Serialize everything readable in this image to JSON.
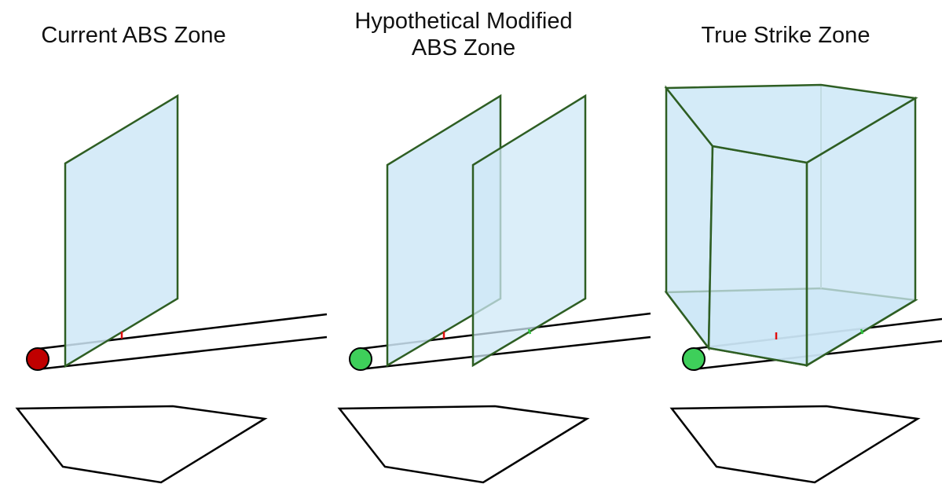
{
  "panels": [
    {
      "title": "Current ABS Zone",
      "ball_color": "#c00000"
    },
    {
      "title_lines": [
        "Hypothetical Modified",
        "ABS Zone"
      ],
      "ball_color": "#3ecf5a"
    },
    {
      "title": "True Strike Zone",
      "ball_color": "#3ecf5a"
    }
  ],
  "colors": {
    "zone_fill": "#cfe8f7",
    "zone_edge": "#2e5e23",
    "front_marker": "#e01010",
    "back_marker": "#2ecc40",
    "outline": "#000000"
  }
}
